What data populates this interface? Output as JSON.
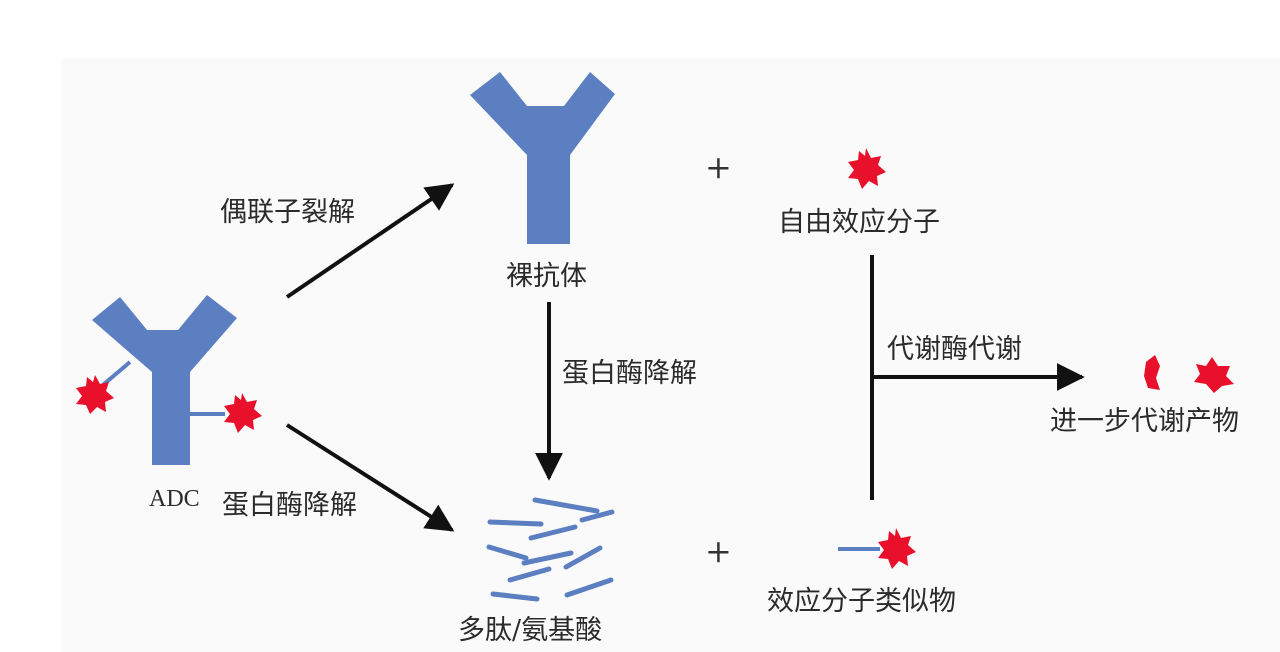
{
  "labels": {
    "adc": "ADC",
    "linker_cleavage": "偶联子裂解",
    "protease_degradation_top": "蛋白酶降解",
    "protease_degradation_bottom": "蛋白酶降解",
    "naked_antibody": "裸抗体",
    "free_effector": "自由效应分子",
    "metabolic_enzyme": "代谢酶代谢",
    "further_metabolites": "进一步代谢产物",
    "peptides_amino_acids": "多肽/氨基酸",
    "effector_analog": "效应分子类似物",
    "plus_top": "+",
    "plus_bottom": "+"
  },
  "colors": {
    "antibody_blue": "#5b7fc1",
    "payload_red": "#e8102a",
    "arrow_black": "#111111",
    "text": "#2b2b2b"
  }
}
